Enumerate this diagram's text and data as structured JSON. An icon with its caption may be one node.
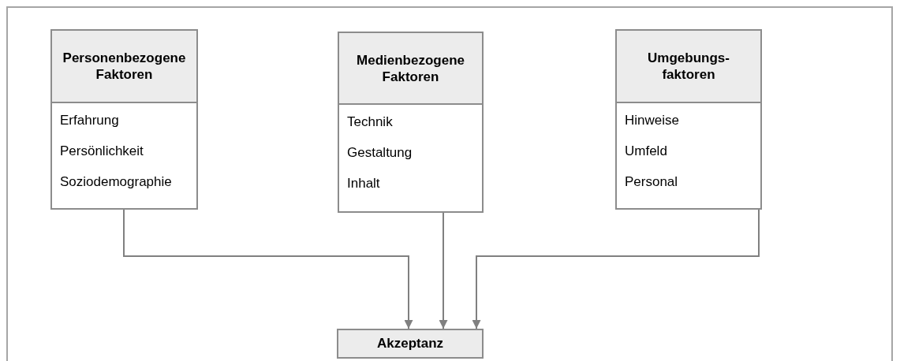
{
  "diagram": {
    "nodes": [
      {
        "text": [
          "Personenbezogene Faktoren",
          "Erfahrung",
          "Persönlichkeit",
          "Soziodemographie"
        ]
      },
      {
        "text": [
          "Medienbezogene Faktoren",
          "Technik",
          "Gestaltung",
          "Inhalt"
        ]
      },
      {
        "text": [
          "Umgebungs-faktoren",
          "Hinweise",
          "Umfeld",
          "Personal"
        ]
      },
      {
        "text": [
          "Akzeptanz"
        ]
      }
    ],
    "edges": [
      {
        "from": 0,
        "to": 3,
        "arrow": "to"
      },
      {
        "from": 1,
        "to": 3,
        "arrow": "to"
      },
      {
        "from": 2,
        "to": 3,
        "arrow": "to"
      }
    ]
  }
}
